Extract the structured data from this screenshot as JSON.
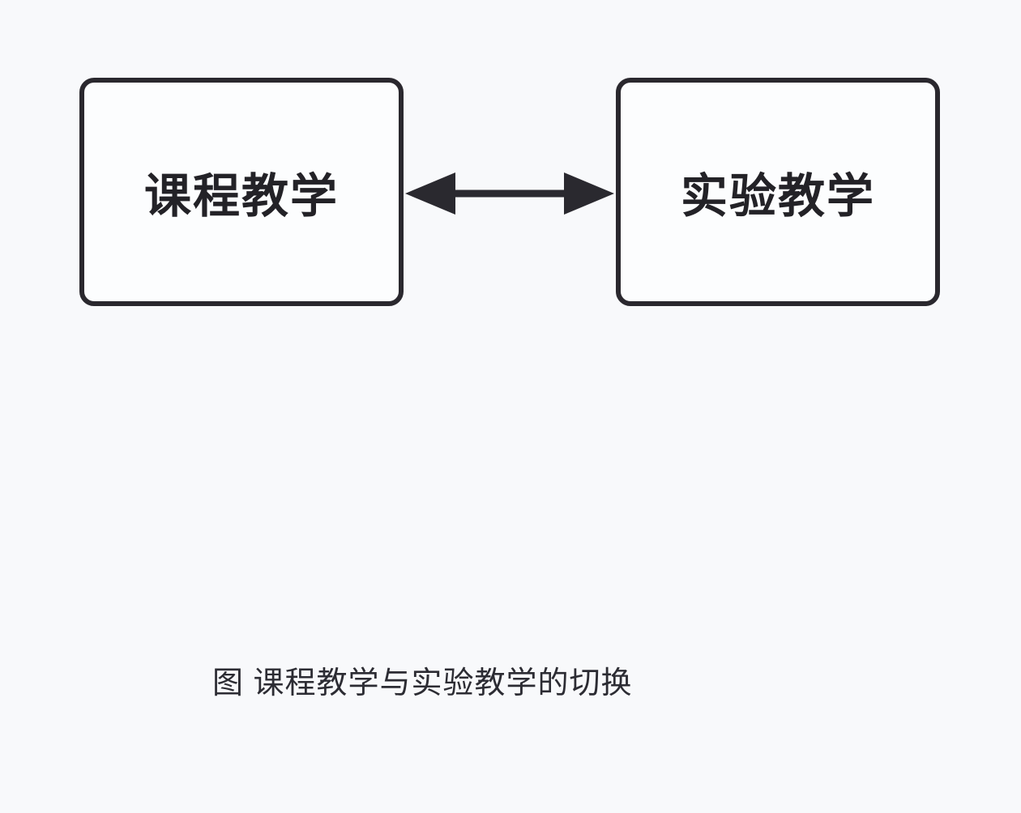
{
  "diagram": {
    "nodes": [
      {
        "id": "course-teaching",
        "label": "课程教学"
      },
      {
        "id": "experiment-teaching",
        "label": "实验教学"
      }
    ],
    "connector": {
      "type": "bidirectional-arrow",
      "from": "course-teaching",
      "to": "experiment-teaching"
    },
    "caption": "图 课程教学与实验教学的切换"
  },
  "colors": {
    "background": "#f8f9fb",
    "node_fill": "#fcfdfe",
    "node_border": "#2a282e",
    "node_text": "#232227",
    "arrow": "#2a292f",
    "caption_text": "#2c2c33"
  }
}
